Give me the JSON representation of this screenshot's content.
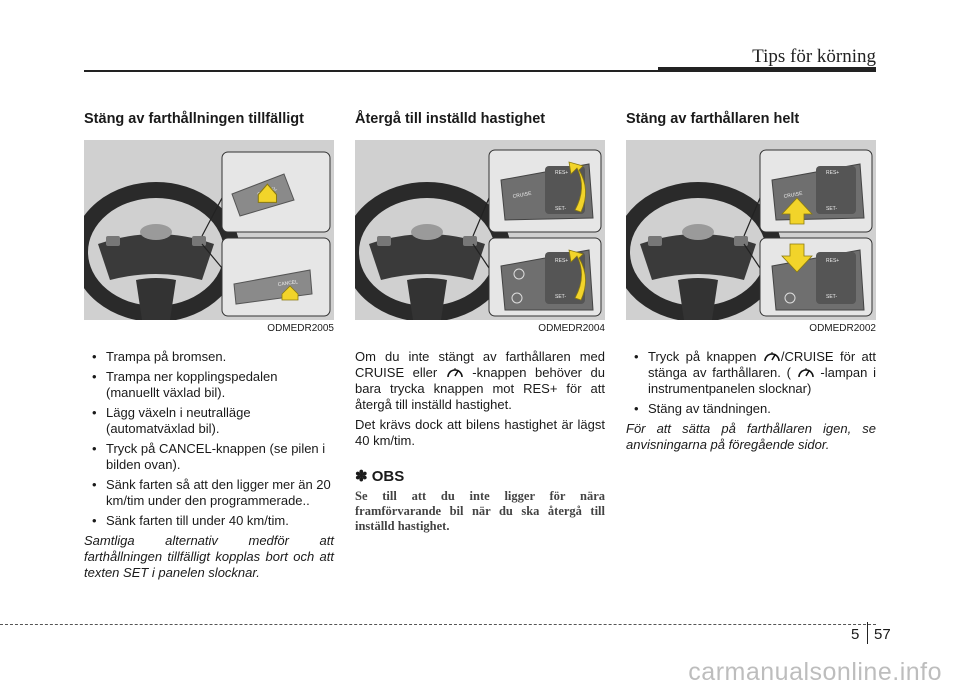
{
  "header": {
    "title": "Tips för körning"
  },
  "columns": [
    {
      "heading": "Stäng av farthållningen tillfälligt",
      "figure_code": "ODMEDR2005",
      "figure_labels": [
        "CANCEL",
        "CANCEL"
      ],
      "bullets": [
        "Trampa på bromsen.",
        "Trampa ner kopplingspedalen (manuellt växlad bil).",
        "Lägg växeln i neutralläge (automatväxlad bil).",
        "Tryck på CANCEL-knappen (se pilen i bilden ovan).",
        "Sänk farten så att den ligger mer än 20 km/tim under den programmerade..",
        "Sänk farten till under 40 km/tim."
      ],
      "note": "Samtliga alternativ medför att farthållningen tillfälligt kopplas bort och att texten SET i panelen slocknar."
    },
    {
      "heading": "Återgå till inställd hastighet",
      "figure_code": "ODMEDR2004",
      "figure_labels": [
        "CRUISE",
        "RES+",
        "SET-",
        "RES+",
        "SET-"
      ],
      "para1_a": "Om du inte stängt av farthållaren med CRUISE eller",
      "para1_b": "-knappen behöver du bara trycka knappen mot RES+ för att återgå till inställd hastighet.",
      "para2": "Det krävs dock att bilens hastighet är lägst 40 km/tim.",
      "obs_title": "✽ OBS",
      "obs_body": "Se till att du inte ligger för nära framförvarande bil när du ska återgå till inställd hastighet."
    },
    {
      "heading": "Stäng av farthållaren helt",
      "figure_code": "ODMEDR2002",
      "figure_labels": [
        "CRUISE",
        "RES+",
        "SET-",
        "RES+",
        "SET-"
      ],
      "bullet1_a": "Tryck på knappen",
      "bullet1_b": "/CRUISE för att stänga av farthållaren. (",
      "bullet1_c": "-lampan i instrumentpanelen slocknar)",
      "bullet2": "Stäng av tändningen.",
      "note": "För att sätta på farthållaren igen, se anvisningarna på föregående sidor."
    }
  ],
  "footer": {
    "chapter": "5",
    "page": "57"
  },
  "watermark": "carmanualsonline.info",
  "colors": {
    "arrow": "#f2d42a",
    "figure_bg": "#cfcfcf",
    "wheel": "#2a2a2a"
  }
}
